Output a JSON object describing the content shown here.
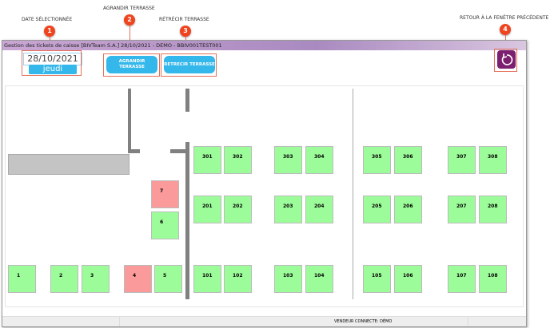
{
  "annotations": [
    {
      "num": "1",
      "label": "DATE SÉLECTIONNÉE"
    },
    {
      "num": "2",
      "label": "AGRANDIR TERRASSE"
    },
    {
      "num": "3",
      "label": "RÉTRÉCIR TERRASSE"
    },
    {
      "num": "4",
      "label": "RETOUR À LA FENÊTRE PRÉCÉDENTE"
    }
  ],
  "window": {
    "title": "Gestion des tickets de caisse   [BIVTeam S.A.]   28/10/2021   -   DEMO - BBIV001TEST001"
  },
  "date": {
    "value": "28/10/2021",
    "day": "jeudi"
  },
  "buttons": {
    "enlarge": "AGRANDIR TERRASSE",
    "shrink": "RETRECIR TERRASSE",
    "back_icon": "undo-arrow-icon"
  },
  "colors": {
    "free": "#9dfc9a",
    "occupied": "#fa9a9a",
    "accent": "#34b7ea",
    "back": "#7b1f6e"
  },
  "tables": [
    {
      "id": "1",
      "status": "free"
    },
    {
      "id": "2",
      "status": "free"
    },
    {
      "id": "3",
      "status": "free"
    },
    {
      "id": "4",
      "status": "occupied"
    },
    {
      "id": "5",
      "status": "free"
    },
    {
      "id": "6",
      "status": "free"
    },
    {
      "id": "7",
      "status": "occupied"
    },
    {
      "id": "101",
      "status": "free"
    },
    {
      "id": "102",
      "status": "free"
    },
    {
      "id": "103",
      "status": "free"
    },
    {
      "id": "104",
      "status": "free"
    },
    {
      "id": "105",
      "status": "free"
    },
    {
      "id": "106",
      "status": "free"
    },
    {
      "id": "107",
      "status": "free"
    },
    {
      "id": "108",
      "status": "free"
    },
    {
      "id": "201",
      "status": "free"
    },
    {
      "id": "202",
      "status": "free"
    },
    {
      "id": "203",
      "status": "free"
    },
    {
      "id": "204",
      "status": "free"
    },
    {
      "id": "205",
      "status": "free"
    },
    {
      "id": "206",
      "status": "free"
    },
    {
      "id": "207",
      "status": "free"
    },
    {
      "id": "208",
      "status": "free"
    },
    {
      "id": "301",
      "status": "free"
    },
    {
      "id": "302",
      "status": "free"
    },
    {
      "id": "303",
      "status": "free"
    },
    {
      "id": "304",
      "status": "free"
    },
    {
      "id": "305",
      "status": "free"
    },
    {
      "id": "306",
      "status": "free"
    },
    {
      "id": "307",
      "status": "free"
    },
    {
      "id": "308",
      "status": "free"
    }
  ],
  "status_bar": {
    "seller": "VENDEUR CONNECTE: DÉMO"
  }
}
